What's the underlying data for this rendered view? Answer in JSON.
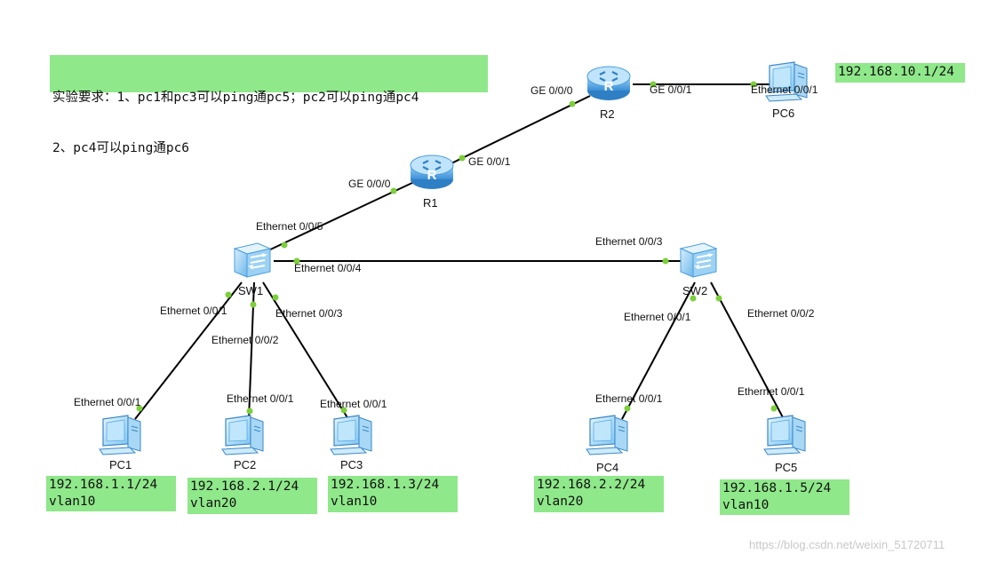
{
  "requirement": {
    "line1": "实验要求：1、pc1和pc3可以ping通pc5；pc2可以ping通pc4",
    "line2": "2、pc4可以ping通pc6"
  },
  "devices": {
    "r1": "R1",
    "r2": "R2",
    "sw1": "SW1",
    "sw2": "SW2",
    "pc1": "PC1",
    "pc2": "PC2",
    "pc3": "PC3",
    "pc4": "PC4",
    "pc5": "PC5",
    "pc6": "PC6"
  },
  "ports": {
    "r2_ge000": "GE 0/0/0",
    "r2_ge001": "GE 0/0/1",
    "pc6_eth001": "Ethernet 0/0/1",
    "r1_ge001": "GE 0/0/1",
    "r1_ge000": "GE 0/0/0",
    "sw1_eth005": "Ethernet 0/0/5",
    "sw1_eth004": "Ethernet 0/0/4",
    "sw2_eth003": "Ethernet 0/0/3",
    "sw1_eth001": "Ethernet 0/0/1",
    "sw1_eth002": "Ethernet 0/0/2",
    "sw1_eth003": "Ethernet 0/0/3",
    "sw2_eth001": "Ethernet 0/0/1",
    "sw2_eth002": "Ethernet 0/0/2",
    "pc1_eth001": "Ethernet 0/0/1",
    "pc2_eth001": "Ethernet 0/0/1",
    "pc3_eth001": "Ethernet 0/0/1",
    "pc4_eth001": "Ethernet 0/0/1",
    "pc5_eth001": "Ethernet 0/0/1"
  },
  "addresses": {
    "pc6": "192.168.10.1/24",
    "pc1": "192.168.1.1/24\nvlan10",
    "pc2": "192.168.2.1/24\nvlan20",
    "pc3": "192.168.1.3/24\nvlan10",
    "pc4": "192.168.2.2/24\nvlan20",
    "pc5": "192.168.1.5/24\nvlan10"
  },
  "watermark": "https://blog.csdn.net/weixin_51720711",
  "colors": {
    "note_bg": "#8fe88a",
    "port_dot": "#7ccf3a",
    "link": "#000000",
    "device_blue": "#5aa9e6"
  }
}
